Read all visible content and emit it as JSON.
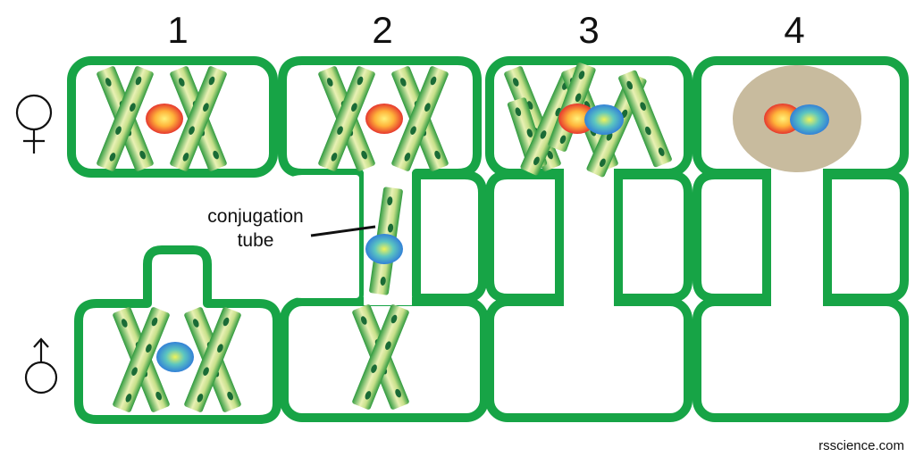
{
  "title": "",
  "stage_labels": [
    "1",
    "2",
    "3",
    "4"
  ],
  "female_symbol_name": "female-symbol-icon",
  "male_symbol_name": "male-symbol-icon",
  "tube_label_lines": [
    "conjugation",
    "tube"
  ],
  "credit": "rsscience.com",
  "colors": {
    "cell_wall": "#17a446",
    "chloroplast_light": "#f2f5c0",
    "chloroplast_dark": "#2f9a3f",
    "female_nucleus_core": "#ffd94a",
    "female_nucleus_edge": "#e32f2f",
    "male_nucleus_core": "#e6f24a",
    "male_nucleus_edge": "#2c7fe0",
    "zygote": "#c7b99a"
  }
}
